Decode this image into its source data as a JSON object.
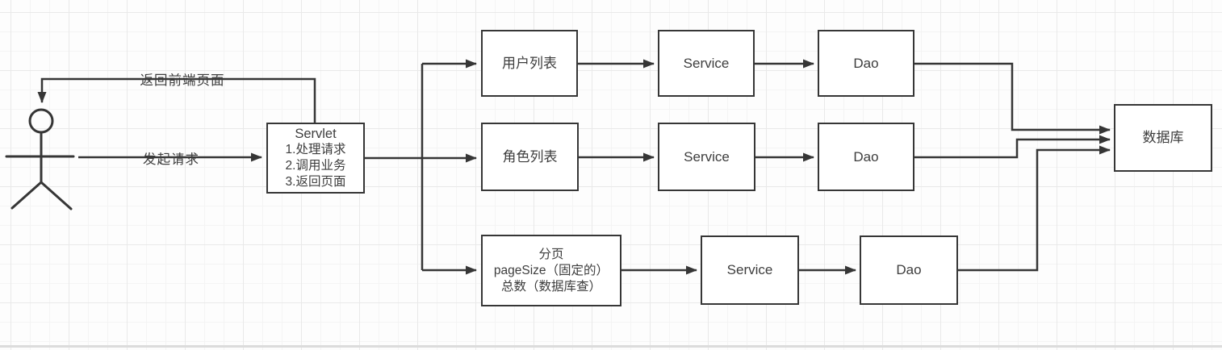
{
  "diagram": {
    "type": "flowchart",
    "background": "grid-paper",
    "colors": {
      "line": "#363636",
      "box_border": "#363636",
      "box_fill": "#ffffff",
      "text": "#3d3d3d",
      "grid_minor": "#f4f4f4",
      "grid_major": "#e9e9e9"
    },
    "actor": {
      "name": "用户 (stick figure)"
    },
    "edge_labels": {
      "return_page": "返回前端页面",
      "send_request": "发起请求"
    },
    "nodes": {
      "servlet": {
        "title": "Servlet",
        "line1": "1.处理请求",
        "line2": "2.调用业务",
        "line3": "3.返回页面"
      },
      "user_list": {
        "label": "用户列表"
      },
      "role_list": {
        "label": "角色列表"
      },
      "paging": {
        "line1": "分页",
        "line2": "pageSize（固定的）",
        "line3": "总数（数据库查）"
      },
      "service_user": {
        "label": "Service"
      },
      "service_role": {
        "label": "Service"
      },
      "service_paging": {
        "label": "Service"
      },
      "dao_user": {
        "label": "Dao"
      },
      "dao_role": {
        "label": "Dao"
      },
      "dao_paging": {
        "label": "Dao"
      },
      "database": {
        "label": "数据库"
      }
    }
  }
}
